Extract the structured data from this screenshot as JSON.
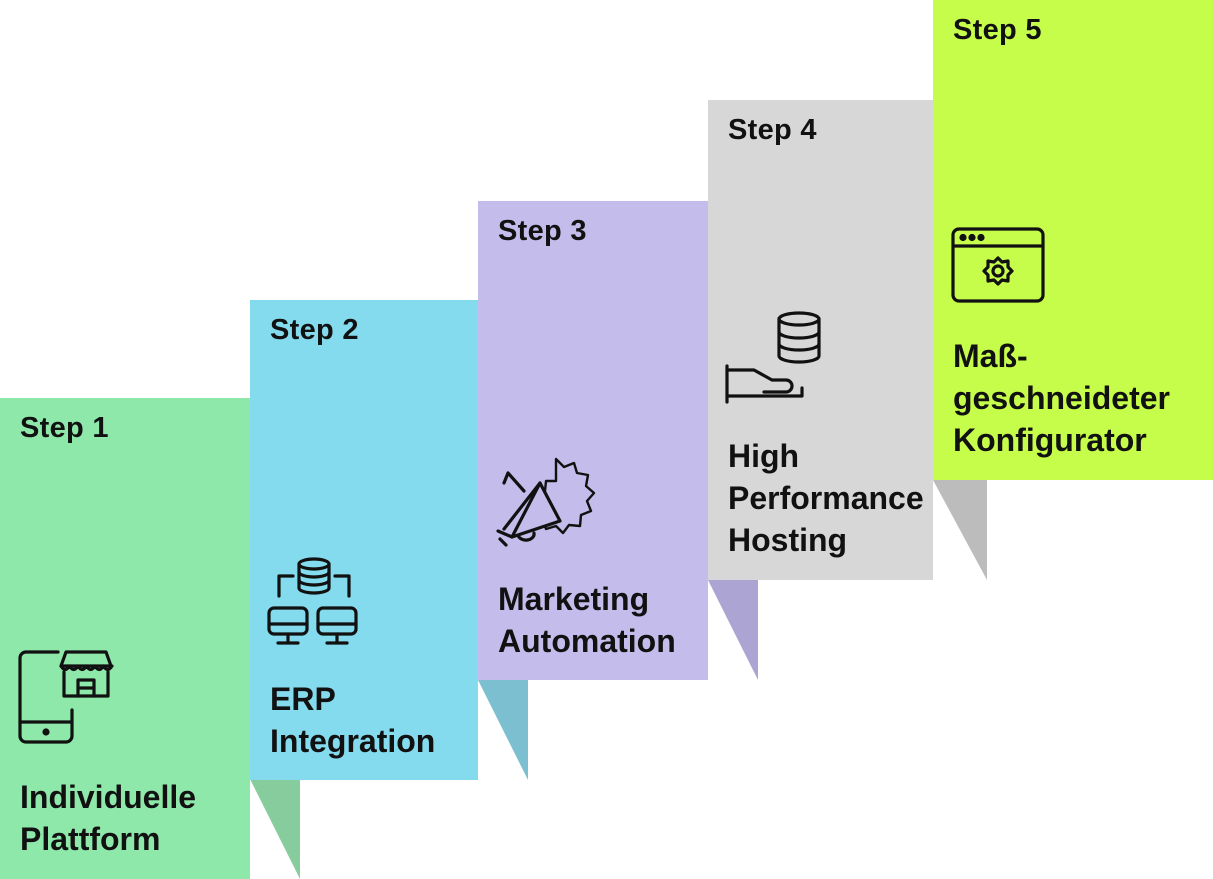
{
  "steps": [
    {
      "label": "Step 1",
      "title_lines": [
        "Individuelle",
        "Plattform"
      ],
      "color": "#8ee8aa",
      "fold_color": "#86cc9c",
      "icon": "mobile-shop-icon"
    },
    {
      "label": "Step 2",
      "title_lines": [
        "ERP",
        "Integration"
      ],
      "color": "#84dbee",
      "fold_color": "#7bbfd0",
      "icon": "database-network-icon"
    },
    {
      "label": "Step 3",
      "title_lines": [
        "Marketing",
        "Automation"
      ],
      "color": "#c4bdec",
      "fold_color": "#aca5d4",
      "icon": "megaphone-badge-icon"
    },
    {
      "label": "Step 4",
      "title_lines": [
        "High",
        "Performance",
        "Hosting"
      ],
      "color": "#d7d7d7",
      "fold_color": "#bcbcbc",
      "icon": "hand-database-icon"
    },
    {
      "label": "Step 5",
      "title_lines": [
        "Maß-",
        "geschneideter",
        "Konfigurator"
      ],
      "color": "#c6fd4a",
      "fold_color": "",
      "icon": "browser-gear-icon"
    }
  ]
}
